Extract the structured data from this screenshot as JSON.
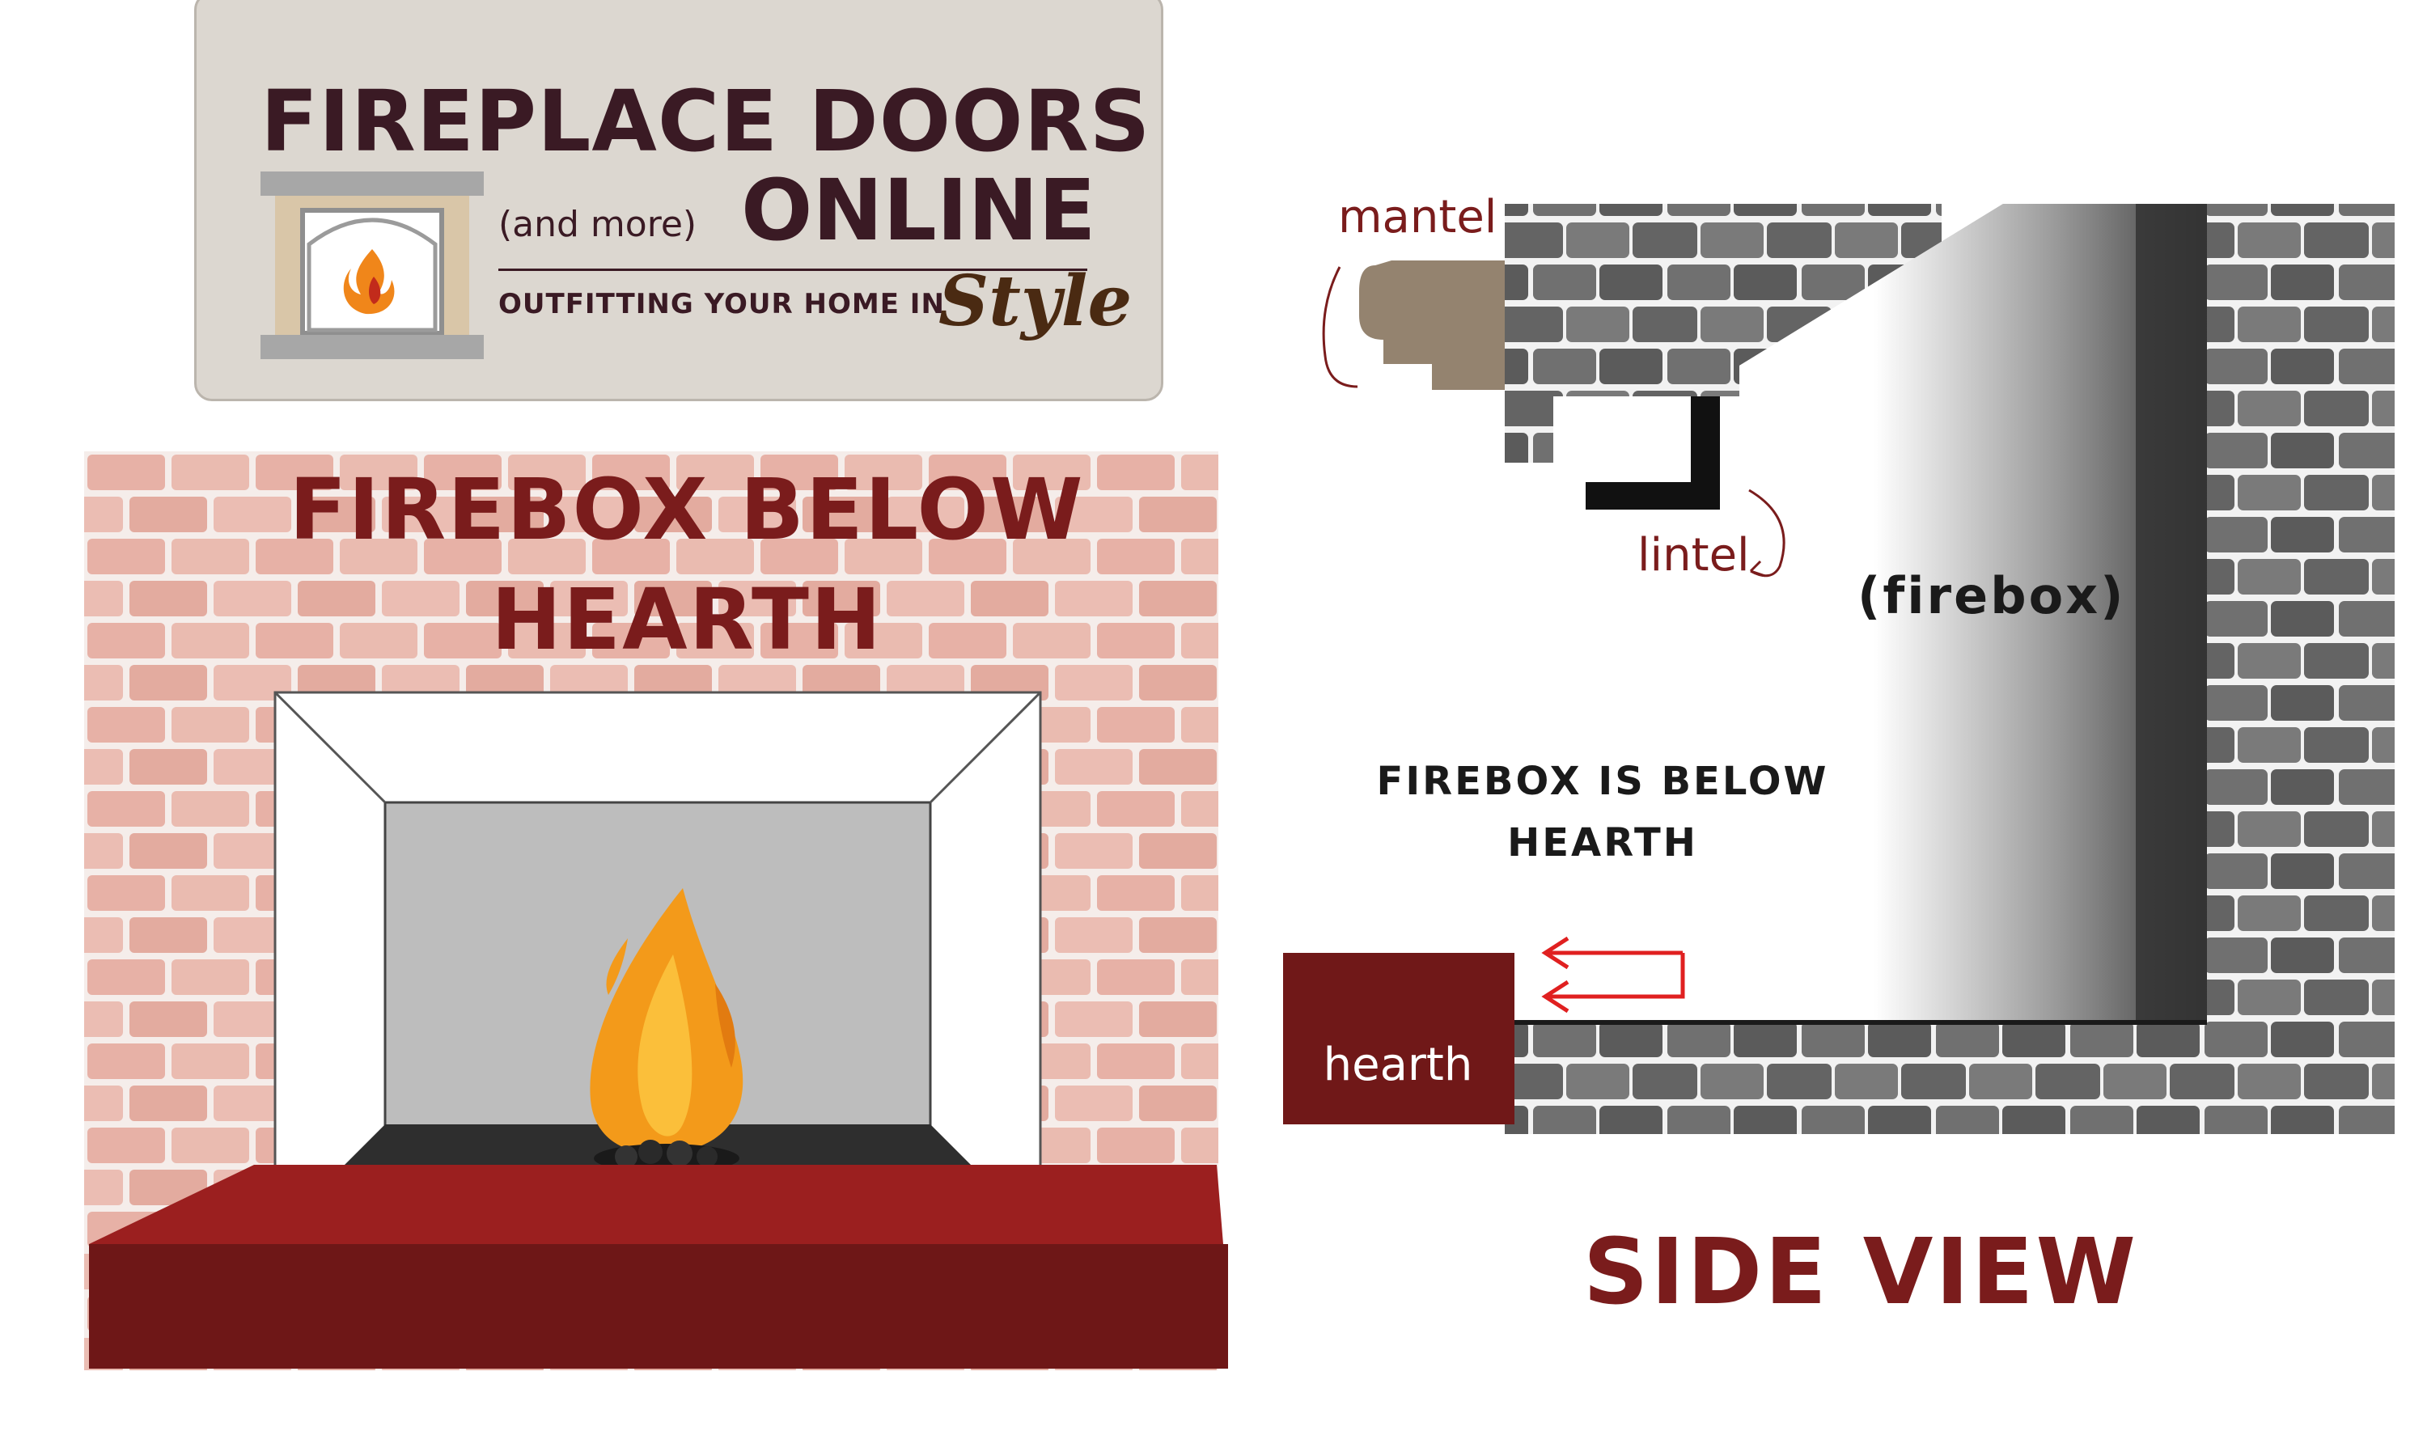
{
  "logo": {
    "line1": "FIREPLACE DOORS",
    "small": "(and more)",
    "line2": "ONLINE",
    "tagline": "OUTFITTING YOUR HOME IN",
    "script_word": "Style"
  },
  "front_view": {
    "title": "FIREBOX BELOW HEARTH"
  },
  "side_view": {
    "labels": {
      "mantel": "mantel",
      "lintel": "lintel",
      "firebox": "(firebox)",
      "note": "FIREBOX IS BELOW HEARTH",
      "hearth": "hearth"
    },
    "caption": "SIDE VIEW"
  },
  "colors": {
    "logo_panel": "#dcd7d0",
    "logo_text": "#3a1a24",
    "accent_red": "#7a1c1c",
    "hearth_top": "#9b1f1f",
    "hearth_front": "#6e1717",
    "front_brick": "#e4a89c",
    "side_brick": "#6b6b6b",
    "flame_orange": "#f39a1a"
  },
  "icons": [
    "fireplace-logo-icon",
    "flame-icon",
    "arrow-icon"
  ]
}
